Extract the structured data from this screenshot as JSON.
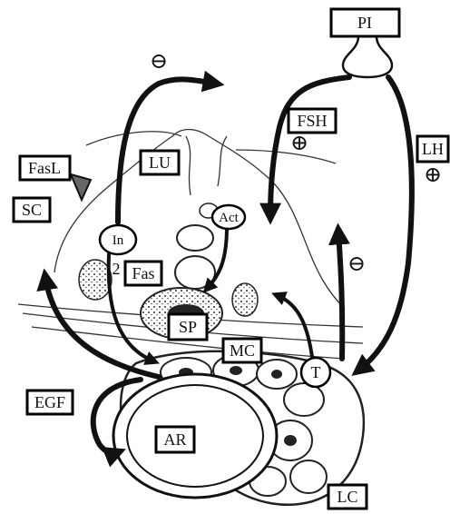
{
  "labels": {
    "pi": "PI",
    "fsh": "FSH",
    "lh": "LH",
    "fasl": "FasL",
    "lu": "LU",
    "sc": "SC",
    "in": "In",
    "act": "Act",
    "fas": "Fas",
    "sp": "SP",
    "mc": "MC",
    "t": "T",
    "egf": "EGF",
    "ar": "AR",
    "lc": "LC",
    "num_2": "2"
  },
  "symbols": {
    "minus_top": "⊖",
    "plus_fsh": "⊕",
    "plus_lh": "⊕",
    "minus_t": "⊖"
  },
  "colors": {
    "ink": "#111111",
    "background": "#ffffff"
  }
}
